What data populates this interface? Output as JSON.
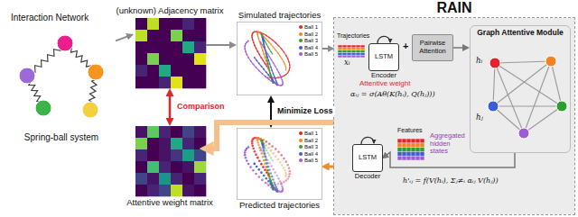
{
  "diagram": {
    "nodes": [
      {
        "text": [
          "RAIN"
        ]
      },
      {
        "text": [
          "LSTM",
          "Encoder"
        ],
        "in": 0
      },
      {
        "text": [
          "Pairwise Attention"
        ],
        "in": 0
      },
      {
        "text": [
          "Graph Attentive Module"
        ],
        "in": 0
      },
      {
        "text": [
          "LSTM",
          "Decoder"
        ],
        "in": 0
      },
      {
        "text": [
          "(unknown) Adjacency matrix"
        ]
      },
      {
        "text": [
          "Simulated trajectories"
        ]
      },
      {
        "text": [
          "Attentive weight matrix"
        ]
      },
      {
        "text": [
          "Predicted trajectories"
        ]
      },
      {
        "text": [
          "Spring-ball system"
        ]
      }
    ],
    "edges": [
      {
        "from": 9,
        "to": 5,
        "arrow": "to"
      },
      {
        "from": 5,
        "to": 6,
        "arrow": "to"
      },
      {
        "from": 5,
        "to": 7,
        "label": "Comparison",
        "arrow": "both"
      },
      {
        "from": 6,
        "to": 8,
        "label": "Minimize Loss",
        "arrow": "both"
      },
      {
        "from": 6,
        "to": 0,
        "arrow": "to"
      },
      {
        "from": 0,
        "to": 8,
        "arrow": "to"
      },
      {
        "from": 0,
        "to": 7,
        "arrow": "to"
      },
      {
        "from": 2,
        "to": 3,
        "arrow": "to"
      },
      {
        "from": 3,
        "to": 4,
        "arrow": "to"
      }
    ],
    "labels": [
      "Interaction Network",
      "Trajectories",
      "xᵢ",
      "+",
      "hᵢ",
      "hⱼ",
      "Attentive weight",
      "αᵢⱼ = σ(Aθ(K(hᵢ), Q(hⱼ)))",
      "Features",
      "Aggregated hidden states",
      "h'ᵢⱼ = f(V(hᵢ), Σⱼ≠ᵢ αᵢⱼ V(hⱼ))"
    ],
    "legend": [
      {
        "text": "Ball 1",
        "color": "#e8202a"
      },
      {
        "text": "Ball 2",
        "color": "#f58220"
      },
      {
        "text": "Ball 3",
        "color": "#2ca02c"
      },
      {
        "text": "Ball 4",
        "color": "#3c5bd6"
      },
      {
        "text": "Ball 5",
        "color": "#a05ad6"
      },
      {
        "text": "Ball 1",
        "color": "#e8202a"
      },
      {
        "text": "Ball 2",
        "color": "#f58220"
      },
      {
        "text": "Ball 3",
        "color": "#2ca02c"
      },
      {
        "text": "Ball 4",
        "color": "#3c5bd6"
      },
      {
        "text": "Ball 5",
        "color": "#a05ad6"
      }
    ]
  }
}
